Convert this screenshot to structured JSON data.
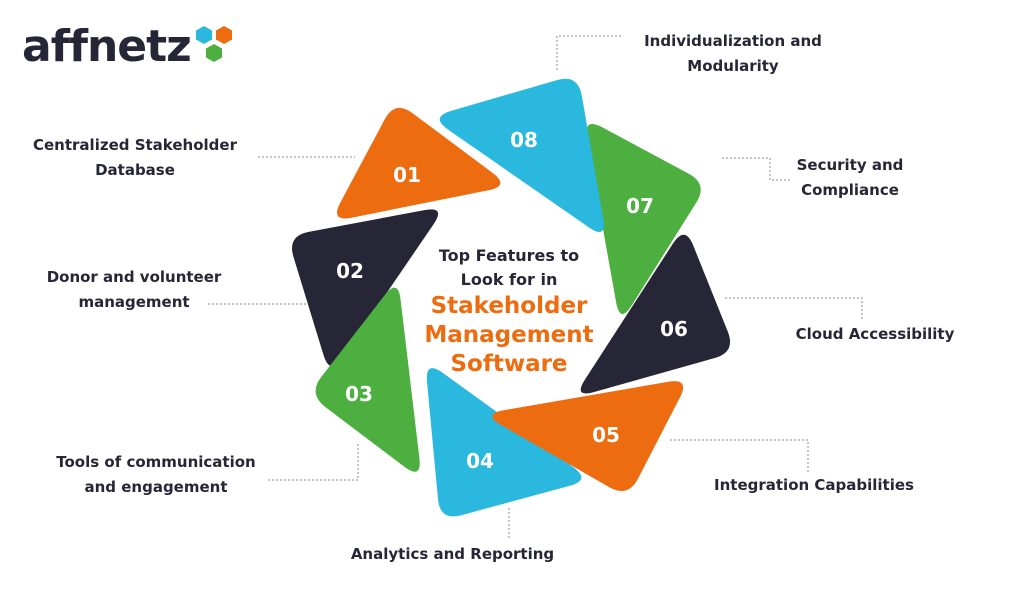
{
  "logo": {
    "text": "affnetz",
    "colors": [
      "#2bb8de",
      "#ee6c10",
      "#4caf3f"
    ]
  },
  "center": {
    "line1": "Top Features to",
    "line2": "Look for in",
    "line3": "Stakeholder",
    "line4": "Management",
    "line5": "Software"
  },
  "colors": {
    "orange": "#ee6c10",
    "blue": "#2bb8de",
    "green": "#4caf3f",
    "navy": "#262637",
    "text": "#262637",
    "leader": "#8a8a8a"
  },
  "features": [
    {
      "number": "01",
      "color": "#ee6c10",
      "label_lines": [
        "Centralized Stakeholder",
        "Database"
      ]
    },
    {
      "number": "02",
      "color": "#262637",
      "label_lines": [
        "Donor and volunteer",
        "management"
      ]
    },
    {
      "number": "03",
      "color": "#4caf3f",
      "label_lines": [
        "Tools of communication",
        "and engagement"
      ]
    },
    {
      "number": "04",
      "color": "#2bb8de",
      "label_lines": [
        "Analytics and Reporting"
      ]
    },
    {
      "number": "05",
      "color": "#ee6c10",
      "label_lines": [
        "Integration Capabilities"
      ]
    },
    {
      "number": "06",
      "color": "#262637",
      "label_lines": [
        "Cloud Accessibility"
      ]
    },
    {
      "number": "07",
      "color": "#4caf3f",
      "label_lines": [
        "Security and",
        "Compliance"
      ]
    },
    {
      "number": "08",
      "color": "#2bb8de",
      "label_lines": [
        "Individualization and",
        "Modularity"
      ]
    }
  ]
}
